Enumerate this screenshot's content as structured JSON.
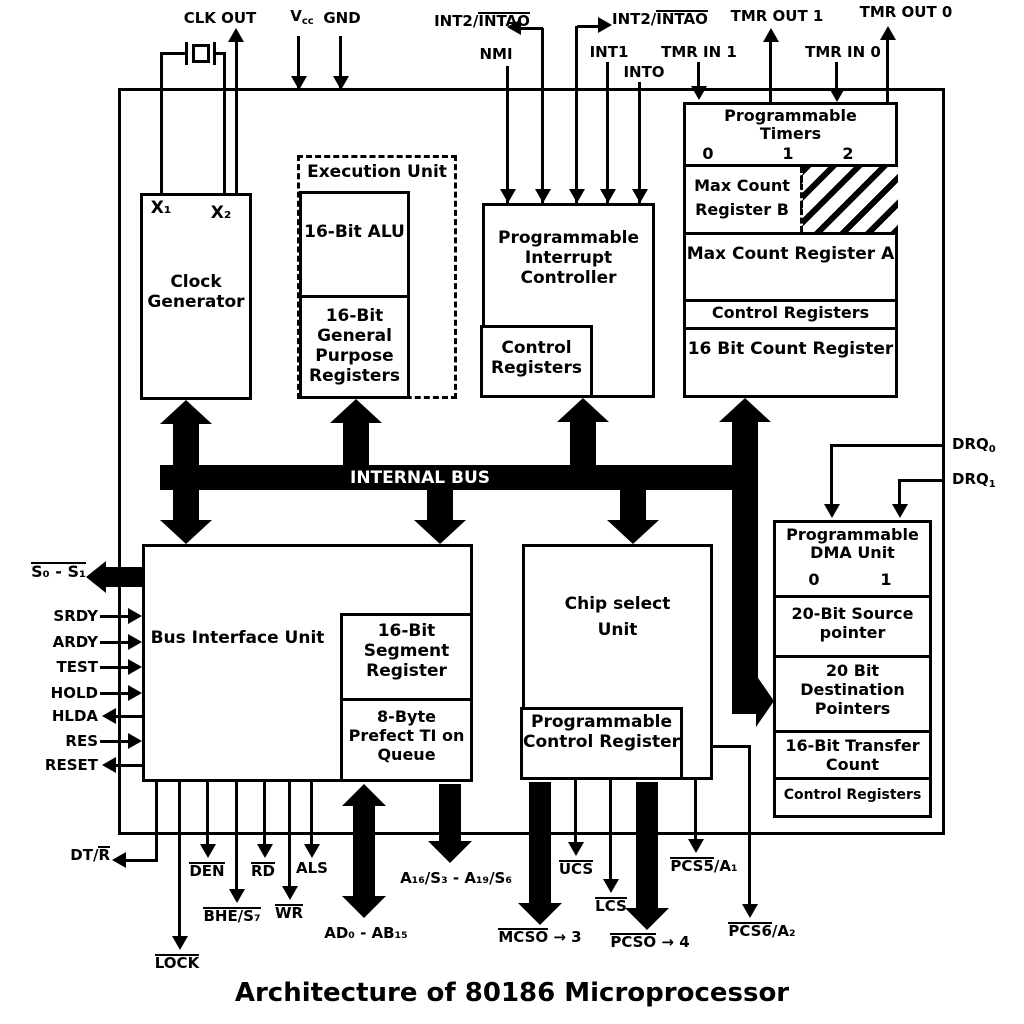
{
  "title": "Architecture of 80186 Microprocessor",
  "top_pins": {
    "clk_out": "CLK OUT",
    "vcc_base": "V",
    "vcc_sub": "cc",
    "gnd": "GND",
    "nmi": "NMI",
    "int2_left": {
      "plain": "INT2/",
      "over": "INTAO"
    },
    "int2_right": {
      "plain": "INT2/",
      "over": "INTAO"
    },
    "int1": "INT1",
    "into": "INTO",
    "tmr_in_1": "TMR IN 1",
    "tmr_out_1": "TMR OUT 1",
    "tmr_in_0": "TMR IN 0",
    "tmr_out_0": "TMR OUT 0"
  },
  "right_pins": {
    "drq0_base": "DRQ",
    "drq0_sub": "0",
    "drq1_base": "DRQ",
    "drq1_sub": "1"
  },
  "left_pins": {
    "s0s1": {
      "over": "S₀ - S₁"
    },
    "srdy": "SRDY",
    "ardy": "ARDY",
    "test": "TEST",
    "hold": "HOLD",
    "hlda": "HLDA",
    "res": "RES",
    "reset": "RESET"
  },
  "bottom_pins": {
    "dtr": {
      "plain": "DT/",
      "over": "R"
    },
    "lock": {
      "over": "LOCK"
    },
    "den": {
      "over": "DEN"
    },
    "bhe": {
      "over": "BHE/S₇"
    },
    "rd": {
      "over": "RD"
    },
    "wr": {
      "over": "WR"
    },
    "als": "ALS",
    "ad_bus": "AD₀ - AB₁₅",
    "addr_bus": "A₁₆/S₃ - A₁₉/S₆",
    "mcso": {
      "over": "MCSO",
      "suffix": " → 3"
    },
    "ucs": {
      "over": "UCS"
    },
    "lcs": {
      "over": "LCS"
    },
    "pcso": {
      "over": "PCSO",
      "suffix": " → 4"
    },
    "pcs5": {
      "over": "PCS5",
      "suffix": "/A₁"
    },
    "pcs6": {
      "over": "PCS6",
      "suffix": "/A₂"
    }
  },
  "blocks": {
    "clock_generator": {
      "label": "Clock Generator",
      "x1": "X₁",
      "x2": "X₂"
    },
    "execution_unit": {
      "label": "Execution Unit",
      "alu": "16-Bit ALU",
      "gpr": "16-Bit General Purpose Registers"
    },
    "interrupt_controller": {
      "label": "Programmable Interrupt Controller",
      "control_registers": "Control Registers"
    },
    "timers": {
      "label_line1": "Programmable",
      "label_line2": "Timers",
      "channels": [
        "0",
        "1",
        "2"
      ],
      "max_count_b": "Max Count Register B",
      "max_count_a": "Max Count Register A",
      "control_registers": "Control Registers",
      "count_register": "16 Bit Count Register"
    },
    "internal_bus": "INTERNAL BUS",
    "biu": {
      "label": "Bus Interface Unit",
      "segment_register": "16-Bit Segment Register",
      "prefetch_queue": "8-Byte Prefect TI on Queue"
    },
    "chip_select": {
      "label_line1": "Chip select",
      "label_line2": "Unit",
      "control_register": "Programmable Control Register"
    },
    "dma": {
      "label_line1": "Programmable",
      "label_line2": "DMA Unit",
      "channels": [
        "0",
        "1"
      ],
      "source_pointer": "20-Bit Source pointer",
      "destination_pointers": "20 Bit Destination Pointers",
      "transfer_count": "16-Bit Transfer Count",
      "control_registers": "Control Registers"
    }
  },
  "colors": {
    "line": "#000000",
    "background": "#ffffff",
    "bus_fill": "#000000",
    "bus_text": "#ffffff"
  }
}
